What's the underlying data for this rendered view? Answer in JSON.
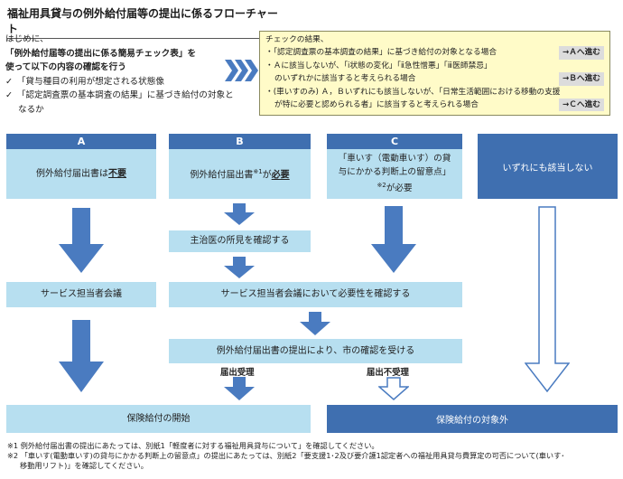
{
  "title": "福祉用具貸与の例外給付届等の提出に係るフローチャート",
  "intro": {
    "line1": "はじめに、",
    "line2": "「例外給付届等の提出に係る簡易チェック表」を",
    "line3": "使って以下の内容の確認を行う",
    "check1": "「貸与種目の利用が想定される状態像",
    "check2": "「認定調査票の基本調査の結果」に基づき給付の対象となるか",
    "check_mark": "✓"
  },
  "result": {
    "heading": "チェックの結果、",
    "item_a": "・「認定調査票の基本調査の結果」に基づき給付の対象となる場合",
    "go_a": "→Ａへ進む",
    "item_b1": "・Ａに該当しないが、「ⅰ状態の変化」「ⅱ急性憎悪」「ⅲ医師禁忌」",
    "item_b2": "のいずれかに該当すると考えられる場合",
    "go_b": "→Ｂへ進む",
    "item_c1": "・(車いすのみ) Ａ，Ｂいずれにも該当しないが、「日常生活範囲における移動の支援",
    "item_c2": "が特に必要と認められる者」に該当すると考えられる場合",
    "go_c": "→Ｃへ進む"
  },
  "columns": {
    "a_header": "A",
    "b_header": "B",
    "c_header": "C",
    "a_box_pre": "例外給付届出書は",
    "a_box_bold": "不要",
    "b_box_pre": "例外給付届出書",
    "b_box_sup": "※1",
    "b_box_mid": "が",
    "b_box_bold": "必要",
    "c_box_line1": "「車いす（電動車いす）の貸",
    "c_box_line2": "与にかかる判断上の留意点」",
    "c_box_sup": "※2",
    "c_box_line3": "が必要",
    "none_box": "いずれにも該当しない"
  },
  "flow": {
    "doctor": "主治医の所見を確認する",
    "meeting_a": "サービス担当者会議",
    "meeting_bc": "サービス担当者会議において必要性を確認する",
    "submit": "例外給付届出書の提出により、市の確認を受ける",
    "accepted": "届出受理",
    "rejected": "届出不受理",
    "start_benefit": "保険給付の開始",
    "excluded": "保険給付の対象外"
  },
  "notes": {
    "note1": "※1 例外給付届出書の提出にあたっては、別紙1「軽度者に対する福祉用具貸与について」を確認してください。",
    "note2a": "※2 「車いす(電動車いす)の貸与にかかる判断上の留意点」の提出にあたっては、別紙2「要支援1･2及び要介護1認定者への福祉用具貸与費算定の可否について(車いす･",
    "note2b": "移動用リフト)」を確認してください。"
  },
  "colors": {
    "header_blue": "#3f6fb0",
    "light_blue": "#b7dff0",
    "result_yellow": "#fffbc8",
    "arrow_blue": "#4a7bc0"
  }
}
